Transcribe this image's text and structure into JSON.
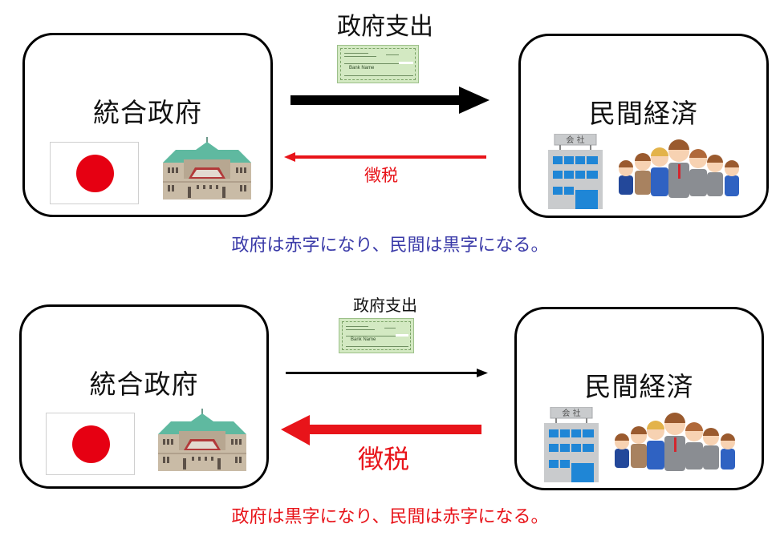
{
  "panels": [
    {
      "id": "top",
      "left_box": {
        "title": "統合政府",
        "icons": [
          "japan-flag-icon",
          "central-bank-building-icon"
        ]
      },
      "right_box": {
        "title": "民間経済",
        "icons": [
          "company-building-icon",
          "business-people-icon"
        ]
      },
      "spending": {
        "label": "政府支出",
        "emphasis": "strong",
        "direction": "right",
        "color": "#000000"
      },
      "tax": {
        "label": "徴税",
        "emphasis": "weak",
        "direction": "left",
        "color": "#e8141a"
      },
      "caption": {
        "text": "政府は赤字になり、民間は黒字になる。",
        "color": "#3a3aa8"
      }
    },
    {
      "id": "bottom",
      "left_box": {
        "title": "統合政府",
        "icons": [
          "japan-flag-icon",
          "central-bank-building-icon"
        ]
      },
      "right_box": {
        "title": "民間経済",
        "icons": [
          "company-building-icon",
          "business-people-icon"
        ]
      },
      "spending": {
        "label": "政府支出",
        "emphasis": "weak",
        "direction": "right",
        "color": "#000000"
      },
      "tax": {
        "label": "徴税",
        "emphasis": "strong",
        "direction": "left",
        "color": "#e8141a"
      },
      "caption": {
        "text": "政府は黒字になり、民間は赤字になる。",
        "color": "#e8141a"
      }
    }
  ],
  "check": {
    "bank_name": "Bank Name"
  },
  "company_sign": "会 社"
}
